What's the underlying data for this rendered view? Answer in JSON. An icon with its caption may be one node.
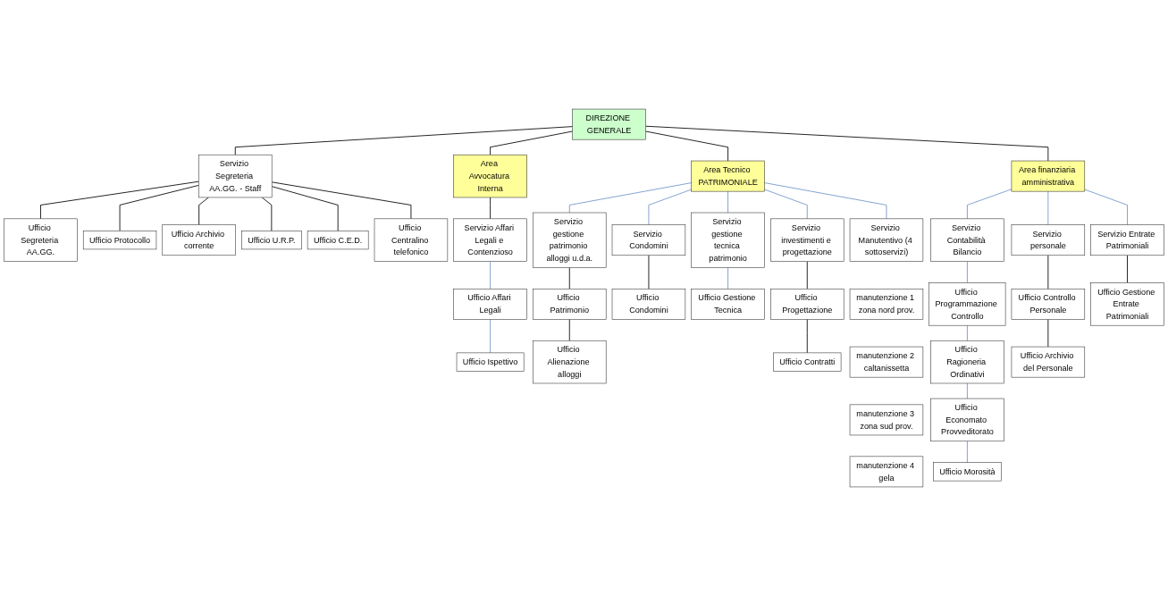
{
  "diagram": {
    "nodes": [
      {
        "text": [
          "DIREZIONE GENERALE"
        ]
      },
      {
        "text": [
          "Servizio Segreteria AA.GG. - Staff"
        ]
      },
      {
        "text": [
          "Ufficio Segreteria AA.GG."
        ]
      },
      {
        "text": [
          "Ufficio Protocollo"
        ]
      },
      {
        "text": [
          "Ufficio Archivio corrente"
        ]
      },
      {
        "text": [
          "Ufficio U.R.P."
        ]
      },
      {
        "text": [
          "Ufficio C.E.D."
        ]
      },
      {
        "text": [
          "Ufficio Centralino telefonico"
        ]
      },
      {
        "text": [
          "Area Avvocatura Interna"
        ]
      },
      {
        "text": [
          "Servizio Affari Legali e Contenzioso"
        ]
      },
      {
        "text": [
          "Ufficio Affari Legali"
        ]
      },
      {
        "text": [
          "Ufficio Ispettivo"
        ]
      },
      {
        "text": [
          "Area Tecnico PATRIMONIALE"
        ]
      },
      {
        "text": [
          "Servizio gestione patrimonio alloggi u.d.a."
        ]
      },
      {
        "text": [
          "Ufficio Patrimonio"
        ]
      },
      {
        "text": [
          "Ufficio Alienazione alloggi"
        ]
      },
      {
        "text": [
          "Servizio Condomini"
        ]
      },
      {
        "text": [
          "Ufficio Condomini"
        ]
      },
      {
        "text": [
          "Servizio gestione tecnica patrimonio"
        ]
      },
      {
        "text": [
          "Ufficio Gestione Tecnica"
        ]
      },
      {
        "text": [
          "Servizio investimenti e progettazione"
        ]
      },
      {
        "text": [
          "Ufficio Progettazione"
        ]
      },
      {
        "text": [
          "Ufficio Contratti"
        ]
      },
      {
        "text": [
          "Servizio Manutentivo (4 sottoservizi)"
        ]
      },
      {
        "text": [
          "manutenzione 1 zona nord prov."
        ]
      },
      {
        "text": [
          "manutenzione 2 caltanissetta"
        ]
      },
      {
        "text": [
          "manutenzione 3 zona sud prov."
        ]
      },
      {
        "text": [
          "manutenzione 4 gela"
        ]
      },
      {
        "text": [
          "Area finanziaria amministrativa"
        ]
      },
      {
        "text": [
          "Servizio Contabilità Bilancio"
        ]
      },
      {
        "text": [
          "Ufficio Programmazione Controllo"
        ]
      },
      {
        "text": [
          "Ufficio Ragioneria Ordinativi"
        ]
      },
      {
        "text": [
          "Ufficio Economato Provveditorato"
        ]
      },
      {
        "text": [
          "Ufficio Morosità"
        ]
      },
      {
        "text": [
          "Servizio personale"
        ]
      },
      {
        "text": [
          "Ufficio Controllo Personale"
        ]
      },
      {
        "text": [
          "Ufficio Archivio del Personale"
        ]
      },
      {
        "text": [
          "Servizio Entrate Patrimoniali"
        ]
      },
      {
        "text": [
          "Ufficio Gestione Entrate Patrimoniali"
        ]
      }
    ],
    "edges": [
      {
        "from": 0,
        "to": 1,
        "arrow": "none"
      },
      {
        "from": 1,
        "to": 2,
        "arrow": "none"
      },
      {
        "from": 1,
        "to": 3,
        "arrow": "none"
      },
      {
        "from": 1,
        "to": 4,
        "arrow": "none"
      },
      {
        "from": 1,
        "to": 5,
        "arrow": "none"
      },
      {
        "from": 1,
        "to": 6,
        "arrow": "none"
      },
      {
        "from": 1,
        "to": 7,
        "arrow": "none"
      },
      {
        "from": 0,
        "to": 8,
        "arrow": "none"
      },
      {
        "from": 0,
        "to": 12,
        "arrow": "none"
      },
      {
        "from": 0,
        "to": 28,
        "arrow": "none"
      },
      {
        "from": 8,
        "to": 9,
        "arrow": "none"
      },
      {
        "from": 9,
        "to": 10,
        "arrow": "none",
        "color": "#7094c8"
      },
      {
        "from": 10,
        "to": 11,
        "arrow": "none",
        "color": "#7094c8"
      },
      {
        "from": 12,
        "to": 13,
        "arrow": "none",
        "color": "#7094c8"
      },
      {
        "from": 12,
        "to": 16,
        "arrow": "none",
        "color": "#7094c8"
      },
      {
        "from": 12,
        "to": 18,
        "arrow": "none",
        "color": "#7094c8"
      },
      {
        "from": 12,
        "to": 20,
        "arrow": "none",
        "color": "#7094c8"
      },
      {
        "from": 12,
        "to": 23,
        "arrow": "none",
        "color": "#7094c8"
      },
      {
        "from": 13,
        "to": 14,
        "arrow": "none"
      },
      {
        "from": 14,
        "to": 15,
        "arrow": "none"
      },
      {
        "from": 16,
        "to": 17,
        "arrow": "none"
      },
      {
        "from": 18,
        "to": 19,
        "arrow": "none",
        "color": "#7094c8"
      },
      {
        "from": 20,
        "to": 21,
        "arrow": "none"
      },
      {
        "from": 21,
        "to": 22,
        "arrow": "none"
      },
      {
        "from": 28,
        "to": 29,
        "arrow": "none",
        "color": "#7094c8"
      },
      {
        "from": 28,
        "to": 34,
        "arrow": "none",
        "color": "#7094c8"
      },
      {
        "from": 28,
        "to": 37,
        "arrow": "none",
        "color": "#7094c8"
      },
      {
        "from": 29,
        "to": 30,
        "arrow": "none",
        "color": "#7094c8"
      },
      {
        "from": 30,
        "to": 31,
        "arrow": "none",
        "color": "#7094c8"
      },
      {
        "from": 31,
        "to": 32,
        "arrow": "none",
        "color": "#7094c8"
      },
      {
        "from": 32,
        "to": 33,
        "arrow": "none",
        "color": "#7094c8"
      },
      {
        "from": 34,
        "to": 35,
        "arrow": "none"
      },
      {
        "from": 35,
        "to": 36,
        "arrow": "none"
      },
      {
        "from": 37,
        "to": 38,
        "arrow": "none"
      }
    ]
  }
}
